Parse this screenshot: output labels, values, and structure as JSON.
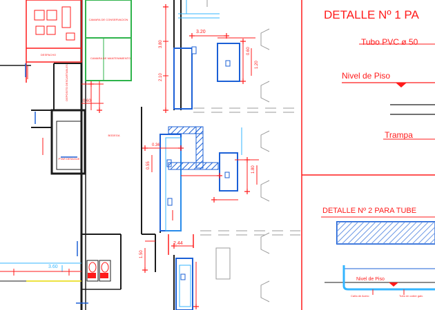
{
  "colors": {
    "background": "#ffffff",
    "wall": "#1a1a1a",
    "red": "#ff1a1a",
    "magenta": "#ff3399",
    "blue": "#1a5fd6",
    "cyan": "#33b5ff",
    "green": "#2db34a",
    "gray": "#9a9a9a",
    "yellow": "#e6d800"
  },
  "rooms": {
    "camara_conservacion": "CAMARA DE CONSERVACION",
    "despacho": "DESPACHO",
    "camara_mantenimiento": "CAMARA DE MANTENIMIENTO",
    "bodega": "BODEGA",
    "ptar": "PTAR DESAGUE",
    "deposito": "DEPOSITO DESCARTABLES"
  },
  "dimensions": {
    "d1": "2.10",
    "d2": "3.20",
    "d3": "3.80",
    "d4": "0.60",
    "d5": "1.20",
    "d6": "0.55",
    "d7": "1.80",
    "d8": "0.36",
    "d9": "2.44",
    "d10": "3.60",
    "d11": "0.60",
    "d12": "1.50"
  },
  "detail1": {
    "title": "DETALLE Nº 1 PA",
    "tube_label": "Tubo PVC ø 50",
    "floor_label": "Nivel de Piso",
    "trap_label": "Trampa"
  },
  "detail2": {
    "title": "DETALLE Nº 2 PARA TUBE",
    "floor_label": "Nivel de Piso",
    "small_label_1": "Caña de Acero",
    "small_label_2": "Tubo en cobre galv."
  }
}
